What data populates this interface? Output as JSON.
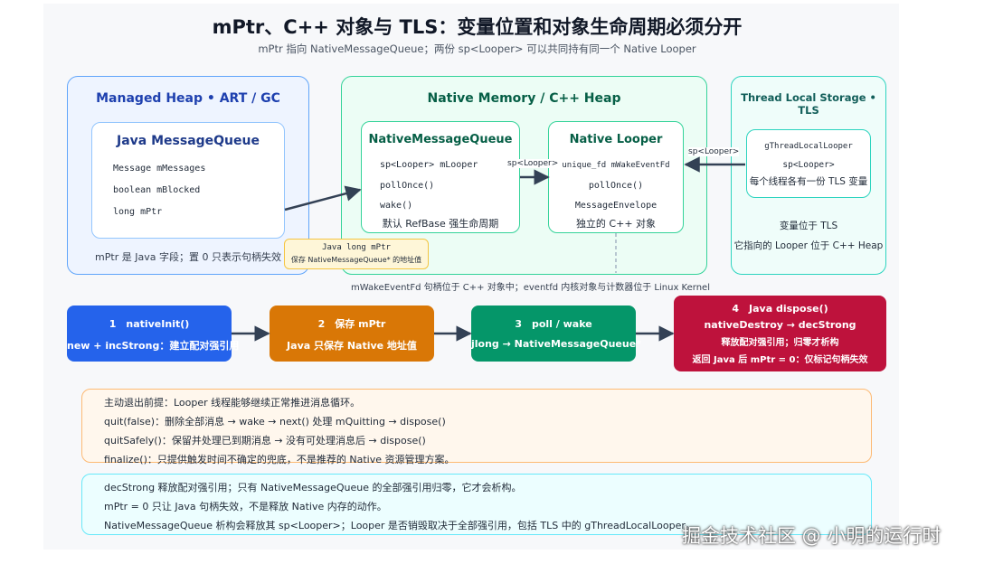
{
  "title": "mPtr、C++ 对象与 TLS：变量位置和对象生命周期必须分开",
  "subtitle": "mPtr 指向 NativeMessageQueue；两份 sp<Looper> 可以共同持有同一个 Native Looper",
  "managed_heap": {
    "title": "Managed Heap • ART / GC",
    "java_mq": {
      "title": "Java MessageQueue",
      "fields": [
        "Message mMessages",
        "boolean mBlocked",
        "long mPtr"
      ]
    },
    "footer": "mPtr 是 Java 字段；置 0 只表示句柄失效"
  },
  "native_memory": {
    "title": "Native Memory / C++ Heap",
    "nmq": {
      "title": "NativeMessageQueue",
      "fields": [
        "sp<Looper> mLooper",
        "pollOnce()",
        "wake()"
      ],
      "note": "默认 RefBase 强生命周期"
    },
    "looper": {
      "title": "Native Looper",
      "fields": [
        "unique_fd mWakeEventFd",
        "pollOnce()",
        "MessageEnvelope"
      ],
      "note": "独立的 C++ 对象"
    }
  },
  "tls": {
    "title": "Thread Local Storage • TLS",
    "box": {
      "name": "gThreadLocalLooper",
      "type": "sp<Looper>",
      "note": "每个线程各有一份 TLS 变量"
    },
    "footer1": "变量位于 TLS",
    "footer2": "它指向的 Looper 位于 C++ Heap"
  },
  "labels": {
    "edge_nmq_looper": "sp<Looper>",
    "edge_tls_looper": "sp<Looper>",
    "eventfd_note": "mWakeEventFd 句柄位于 C++ 对象中；eventfd 内核对象与计数器位于 Linux Kernel"
  },
  "tooltip": {
    "line1": "Java long mPtr",
    "line2": "保存 NativeMessageQueue* 的地址值"
  },
  "steps": [
    {
      "line1": "1　nativeInit()",
      "line2": "new + incStrong：建立配对强引用",
      "color": "#2563eb"
    },
    {
      "line1": "2　保存 mPtr",
      "line2": "Java 只保存 Native 地址值",
      "color": "#d97706"
    },
    {
      "line1": "3　poll / wake",
      "line2": "jlong → NativeMessageQueue*",
      "color": "#059669"
    },
    {
      "line1": "4　Java dispose()",
      "line2": "nativeDestroy → decStrong",
      "line3": "释放配对强引用；归零才析构",
      "line4": "返回 Java 后 mPtr = 0：仅标记句柄失效",
      "color": "#be123c"
    }
  ],
  "note_orange": [
    "主动退出前提：Looper 线程能够继续正常推进消息循环。",
    "quit(false)：删除全部消息 → wake → next() 处理 mQuitting → dispose()",
    "quitSafely()：保留并处理已到期消息 → 没有可处理消息后 → dispose()",
    "finalize()：只提供触发时间不确定的兜底，不是推荐的 Native 资源管理方案。"
  ],
  "note_teal": [
    "decStrong 释放配对强引用；只有 NativeMessageQueue 的全部强引用归零，它才会析构。",
    "mPtr = 0 只让 Java 句柄失效，不是释放 Native 内存的动作。",
    "NativeMessageQueue 析构会释放其 sp<Looper>；Looper 是否销毁取决于全部强引用，包括 TLS 中的 gThreadLocalLooper。"
  ],
  "watermark": "掘金技术社区 @ 小明的运行时",
  "colors": {
    "blue": "#2563eb",
    "orange": "#d97706",
    "green": "#059669",
    "red": "#be123c",
    "teal_border": "#34d399",
    "blue_border": "#60a5fa"
  }
}
